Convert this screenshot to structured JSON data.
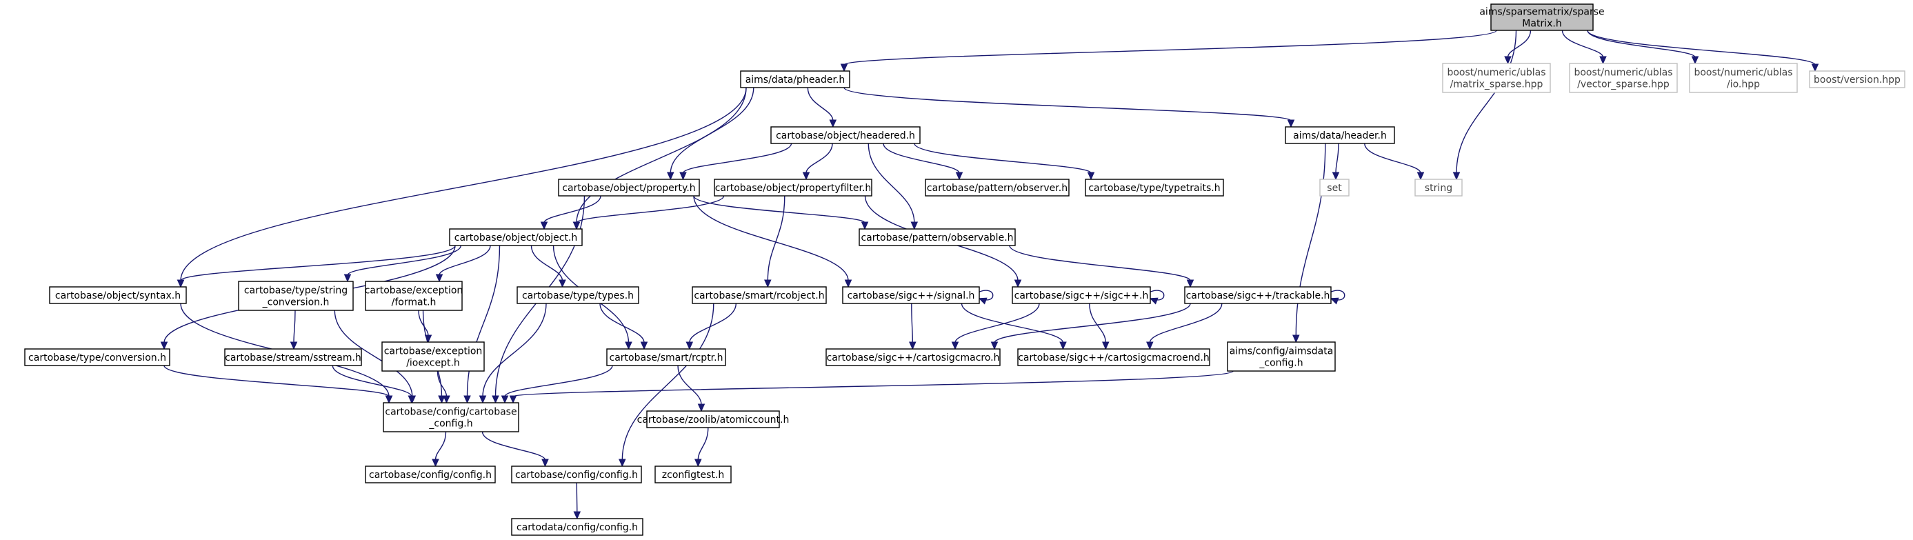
{
  "colors": {
    "edge": "#191970",
    "node_border": "#000000",
    "external_border": "#bfbfbf",
    "root_fill": "#bfbfbf",
    "background": "#ffffff"
  },
  "nodes": [
    {
      "id": "sparse",
      "lines": [
        "aims/sparsematrix/sparse",
        "Matrix.h"
      ],
      "kind": "root"
    },
    {
      "id": "pheader",
      "lines": [
        "aims/data/pheader.h"
      ],
      "kind": "local"
    },
    {
      "id": "ublas_matrix",
      "lines": [
        "boost/numeric/ublas",
        "/matrix_sparse.hpp"
      ],
      "kind": "external"
    },
    {
      "id": "ublas_vector",
      "lines": [
        "boost/numeric/ublas",
        "/vector_sparse.hpp"
      ],
      "kind": "external"
    },
    {
      "id": "ublas_io",
      "lines": [
        "boost/numeric/ublas",
        "/io.hpp"
      ],
      "kind": "external"
    },
    {
      "id": "boost_version",
      "lines": [
        "boost/version.hpp"
      ],
      "kind": "external"
    },
    {
      "id": "string",
      "lines": [
        "string"
      ],
      "kind": "external"
    },
    {
      "id": "headered",
      "lines": [
        "cartobase/object/headered.h"
      ],
      "kind": "local"
    },
    {
      "id": "header",
      "lines": [
        "aims/data/header.h"
      ],
      "kind": "local"
    },
    {
      "id": "set",
      "lines": [
        "set"
      ],
      "kind": "external"
    },
    {
      "id": "property",
      "lines": [
        "cartobase/object/property.h"
      ],
      "kind": "local"
    },
    {
      "id": "propertyfilter",
      "lines": [
        "cartobase/object/propertyfilter.h"
      ],
      "kind": "local"
    },
    {
      "id": "observer",
      "lines": [
        "cartobase/pattern/observer.h"
      ],
      "kind": "local"
    },
    {
      "id": "typetraits",
      "lines": [
        "cartobase/type/typetraits.h"
      ],
      "kind": "local"
    },
    {
      "id": "object",
      "lines": [
        "cartobase/object/object.h"
      ],
      "kind": "local"
    },
    {
      "id": "observable",
      "lines": [
        "cartobase/pattern/observable.h"
      ],
      "kind": "local"
    },
    {
      "id": "syntax",
      "lines": [
        "cartobase/object/syntax.h"
      ],
      "kind": "local"
    },
    {
      "id": "string_conversion",
      "lines": [
        "cartobase/type/string",
        "_conversion.h"
      ],
      "kind": "local"
    },
    {
      "id": "format",
      "lines": [
        "cartobase/exception",
        "/format.h"
      ],
      "kind": "local"
    },
    {
      "id": "types",
      "lines": [
        "cartobase/type/types.h"
      ],
      "kind": "local"
    },
    {
      "id": "rcobject",
      "lines": [
        "cartobase/smart/rcobject.h"
      ],
      "kind": "local"
    },
    {
      "id": "signal",
      "lines": [
        "cartobase/sigc++/signal.h"
      ],
      "kind": "local"
    },
    {
      "id": "sigcpp",
      "lines": [
        "cartobase/sigc++/sigc++.h"
      ],
      "kind": "local"
    },
    {
      "id": "trackable",
      "lines": [
        "cartobase/sigc++/trackable.h"
      ],
      "kind": "local"
    },
    {
      "id": "conversion",
      "lines": [
        "cartobase/type/conversion.h"
      ],
      "kind": "local"
    },
    {
      "id": "sstream",
      "lines": [
        "cartobase/stream/sstream.h"
      ],
      "kind": "local"
    },
    {
      "id": "ioexcept",
      "lines": [
        "cartobase/exception",
        "/ioexcept.h"
      ],
      "kind": "local"
    },
    {
      "id": "rcptr",
      "lines": [
        "cartobase/smart/rcptr.h"
      ],
      "kind": "local"
    },
    {
      "id": "cartosigcmacro",
      "lines": [
        "cartobase/sigc++/cartosigcmacro.h"
      ],
      "kind": "local"
    },
    {
      "id": "cartosigcmacroend",
      "lines": [
        "cartobase/sigc++/cartosigcmacroend.h"
      ],
      "kind": "local"
    },
    {
      "id": "aimsdata_config",
      "lines": [
        "aims/config/aimsdata",
        "_config.h"
      ],
      "kind": "local"
    },
    {
      "id": "cartobase_config",
      "lines": [
        "cartobase/config/cartobase",
        "_config.h"
      ],
      "kind": "local"
    },
    {
      "id": "atomiccount",
      "lines": [
        "cartobase/zoolib/atomiccount.h"
      ],
      "kind": "local"
    },
    {
      "id": "cb_config",
      "lines": [
        "cartobase/config/config.h"
      ],
      "kind": "local"
    },
    {
      "id": "cb_config2",
      "lines": [
        "cartobase/config/config.h"
      ],
      "kind": "local"
    },
    {
      "id": "zconfigtest",
      "lines": [
        "zconfigtest.h"
      ],
      "kind": "local"
    },
    {
      "id": "cartodata_config",
      "lines": [
        "cartodata/config/config.h"
      ],
      "kind": "local"
    }
  ],
  "edges": [
    [
      "sparse",
      "pheader"
    ],
    [
      "sparse",
      "ublas_matrix"
    ],
    [
      "sparse",
      "ublas_vector"
    ],
    [
      "sparse",
      "ublas_io"
    ],
    [
      "sparse",
      "boost_version"
    ],
    [
      "sparse",
      "string"
    ],
    [
      "pheader",
      "headered"
    ],
    [
      "pheader",
      "header"
    ],
    [
      "pheader",
      "property"
    ],
    [
      "pheader",
      "object"
    ],
    [
      "pheader",
      "syntax"
    ],
    [
      "headered",
      "property"
    ],
    [
      "headered",
      "propertyfilter"
    ],
    [
      "headered",
      "observer"
    ],
    [
      "headered",
      "typetraits"
    ],
    [
      "headered",
      "observable"
    ],
    [
      "header",
      "set"
    ],
    [
      "header",
      "string"
    ],
    [
      "header",
      "aimsdata_config"
    ],
    [
      "property",
      "object"
    ],
    [
      "property",
      "observable"
    ],
    [
      "property",
      "signal"
    ],
    [
      "property",
      "cartobase_config"
    ],
    [
      "propertyfilter",
      "object"
    ],
    [
      "propertyfilter",
      "rcobject"
    ],
    [
      "propertyfilter",
      "sigcpp"
    ],
    [
      "observable",
      "trackable"
    ],
    [
      "object",
      "syntax"
    ],
    [
      "object",
      "conversion"
    ],
    [
      "object",
      "string_conversion"
    ],
    [
      "object",
      "format"
    ],
    [
      "object",
      "types"
    ],
    [
      "object",
      "rcptr"
    ],
    [
      "object",
      "cartobase_config"
    ],
    [
      "syntax",
      "cartobase_config"
    ],
    [
      "string_conversion",
      "sstream"
    ],
    [
      "string_conversion",
      "cartobase_config"
    ],
    [
      "format",
      "ioexcept"
    ],
    [
      "format",
      "cartobase_config"
    ],
    [
      "types",
      "rcptr"
    ],
    [
      "types",
      "cartobase_config"
    ],
    [
      "rcobject",
      "rcptr"
    ],
    [
      "rcobject",
      "cb_config2"
    ],
    [
      "signal",
      "signal"
    ],
    [
      "signal",
      "cartosigcmacro"
    ],
    [
      "signal",
      "cartosigcmacroend"
    ],
    [
      "sigcpp",
      "sigcpp"
    ],
    [
      "sigcpp",
      "cartosigcmacro"
    ],
    [
      "sigcpp",
      "cartosigcmacroend"
    ],
    [
      "trackable",
      "trackable"
    ],
    [
      "trackable",
      "cartosigcmacro"
    ],
    [
      "trackable",
      "cartosigcmacroend"
    ],
    [
      "conversion",
      "cartobase_config"
    ],
    [
      "sstream",
      "cartobase_config"
    ],
    [
      "ioexcept",
      "cartobase_config"
    ],
    [
      "rcptr",
      "cartobase_config"
    ],
    [
      "rcptr",
      "atomiccount"
    ],
    [
      "aimsdata_config",
      "cartobase_config"
    ],
    [
      "cartobase_config",
      "cb_config"
    ],
    [
      "cartobase_config",
      "cb_config2"
    ],
    [
      "atomiccount",
      "zconfigtest"
    ],
    [
      "cb_config2",
      "cartodata_config"
    ]
  ]
}
